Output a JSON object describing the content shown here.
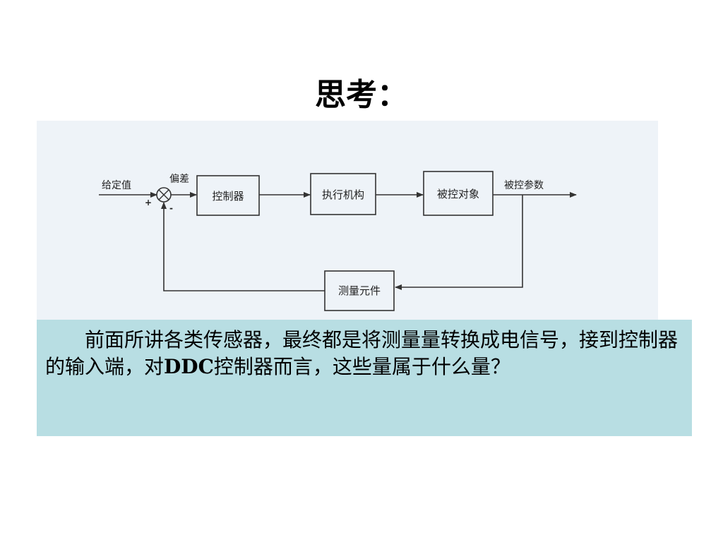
{
  "slide": {
    "title": "思考："
  },
  "diagram": {
    "input_label": "给定值",
    "error_label": "偏差",
    "plus_sign": "+",
    "minus_sign": "-",
    "blocks": {
      "controller": "控制器",
      "actuator": "执行机构",
      "plant": "被控对象",
      "sensor": "测量元件"
    },
    "output_label": "被控参数"
  },
  "question": {
    "text_part1": "前面所讲各类传感器，最终都是将测量量转换成电信号，接到控制器的输入端，对",
    "text_bold": "DDC",
    "text_part2": "控制器而言，这些量属于什么量？"
  },
  "colors": {
    "diagram_background": "#eef3f8",
    "question_background": "#b8dee3",
    "line_color": "#333333"
  }
}
